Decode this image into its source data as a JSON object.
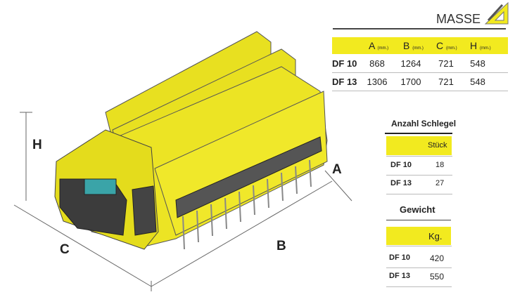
{
  "masse": {
    "title": "MASSE",
    "headers": [
      {
        "letter": "A",
        "unit": "(mm.)"
      },
      {
        "letter": "B",
        "unit": "(mm.)"
      },
      {
        "letter": "C",
        "unit": "(mm.)"
      },
      {
        "letter": "H",
        "unit": "(mm.)"
      }
    ],
    "rows": [
      {
        "model": "DF 10",
        "values": [
          "868",
          "1264",
          "721",
          "548"
        ]
      },
      {
        "model": "DF 13",
        "values": [
          "1306",
          "1700",
          "721",
          "548"
        ]
      }
    ]
  },
  "schlegel": {
    "title": "Anzahl Schlegel",
    "unit": "Stück",
    "rows": [
      {
        "model": "DF 10",
        "value": "18"
      },
      {
        "model": "DF 13",
        "value": "27"
      }
    ]
  },
  "gewicht": {
    "title": "Gewicht",
    "unit": "Kg.",
    "rows": [
      {
        "model": "DF 10",
        "value": "420"
      },
      {
        "model": "DF 13",
        "value": "550"
      }
    ]
  },
  "dimensions": {
    "h": "H",
    "c": "C",
    "b": "B",
    "a": "A"
  },
  "colors": {
    "accent": "#f2ea1f",
    "machine": "#e8e020",
    "dark": "#3a3a3a"
  }
}
